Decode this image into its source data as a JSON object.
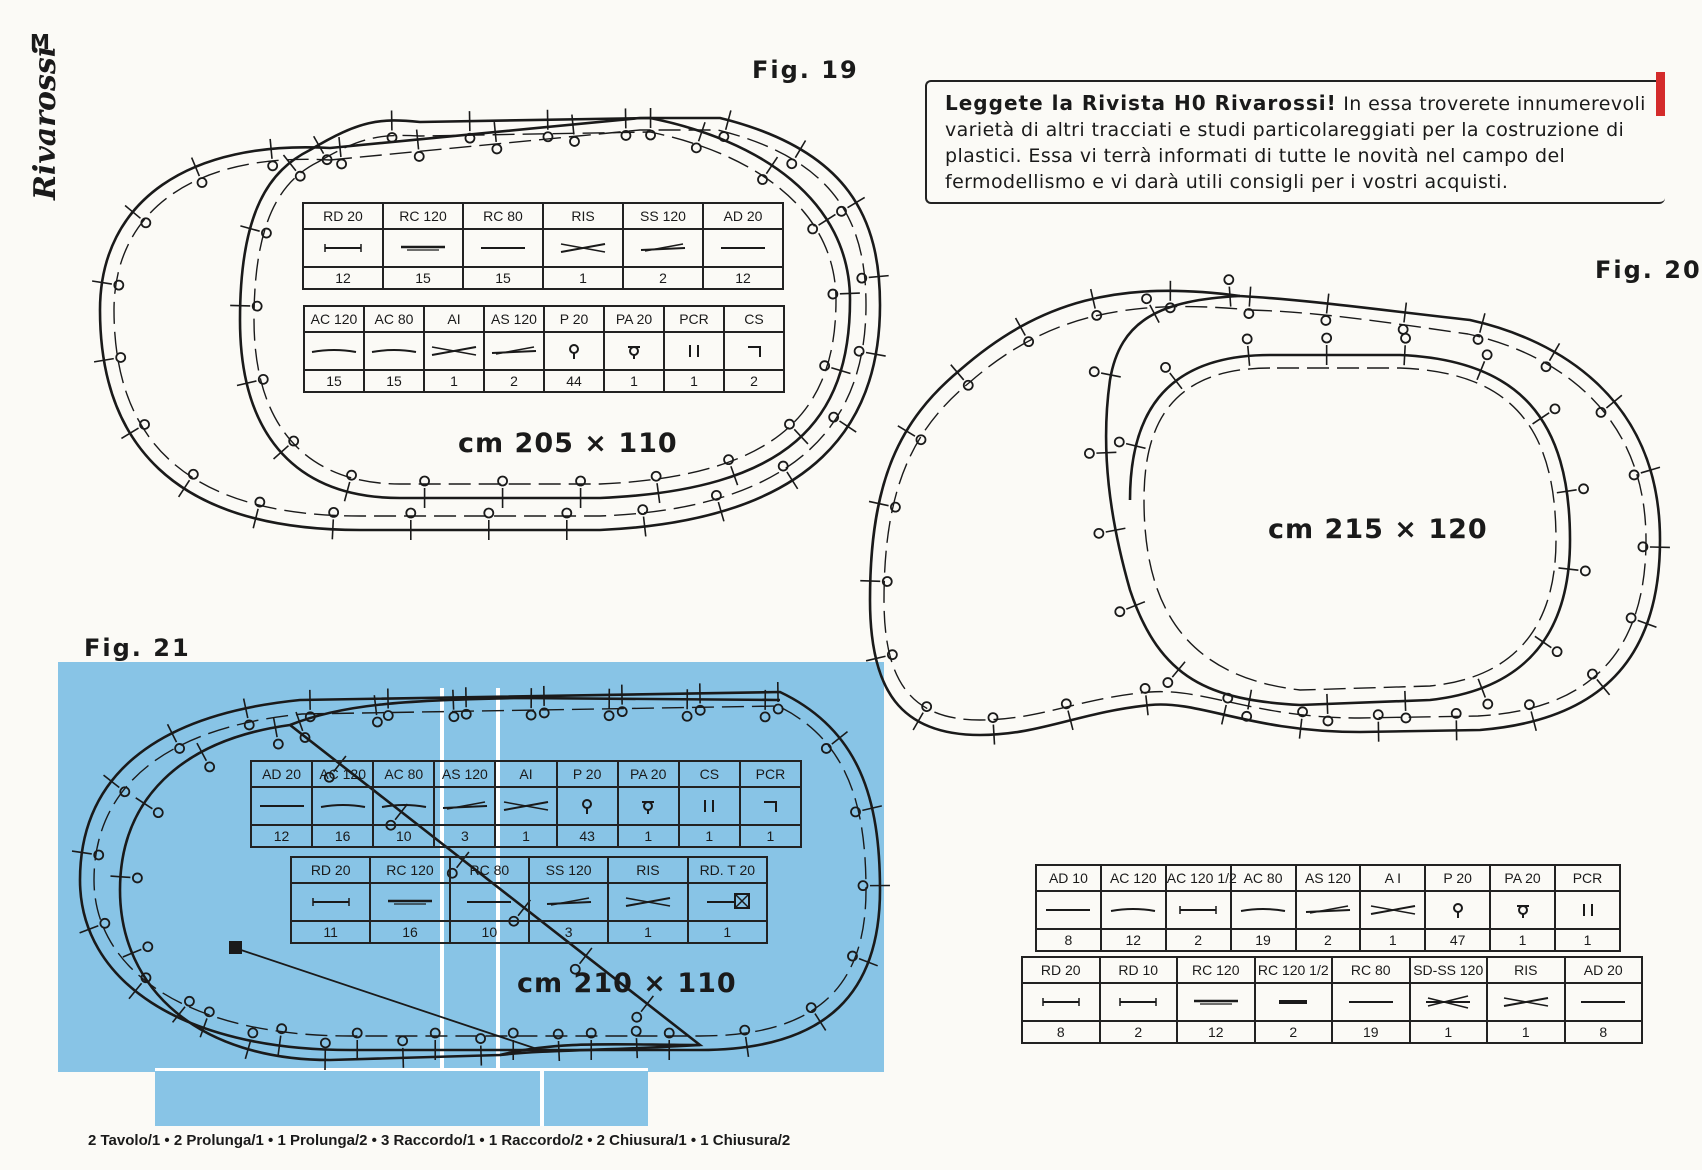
{
  "page_letter": "M",
  "brand": "Rivarossi",
  "info_box": {
    "bold": "Leggete la Rivista H0 Rivarossi!",
    "text": " In essa troverete innumerevoli varietà di altri tracciati e studi particolareggiati per la costruzione di plastici. Essa vi terrà informati di tutte le novità nel campo del fermodellismo e vi darà utili consigli per i vostri acquisti."
  },
  "fig19": {
    "title": "Fig. 19",
    "dims": "cm 205 × 110",
    "table1": {
      "headers": [
        "RD 20",
        "RC 120",
        "RC 80",
        "RIS",
        "SS 120",
        "AD 20"
      ],
      "symbols": [
        "straight-short",
        "straight-long",
        "straight",
        "crossover",
        "switch",
        "straight"
      ],
      "qty": [
        "12",
        "15",
        "15",
        "1",
        "2",
        "12"
      ]
    },
    "table2": {
      "headers": [
        "AC 120",
        "AC 80",
        "AI",
        "AS 120",
        "P 20",
        "PA 20",
        "PCR",
        "CS"
      ],
      "symbols": [
        "curve",
        "curve",
        "crossover",
        "switch",
        "pole",
        "pole-arm",
        "double-bar",
        "end"
      ],
      "qty": [
        "15",
        "15",
        "1",
        "2",
        "44",
        "1",
        "1",
        "2"
      ]
    }
  },
  "fig20": {
    "title": "Fig. 20",
    "dims": "cm 215 × 120",
    "table1": {
      "headers": [
        "AD 10",
        "AC 120",
        "AC 120 1/2",
        "AC 80",
        "AS 120",
        "A I",
        "P 20",
        "PA 20",
        "PCR"
      ],
      "symbols": [
        "straight",
        "curve",
        "straight-short",
        "curve",
        "switch",
        "crossover",
        "pole",
        "pole-arm",
        "double-bar"
      ],
      "qty": [
        "8",
        "12",
        "2",
        "19",
        "2",
        "1",
        "47",
        "1",
        "1"
      ]
    },
    "table2": {
      "headers": [
        "RD 20",
        "RD 10",
        "RC 120",
        "RC 120 1/2",
        "RC 80",
        "SD-SS 120",
        "RIS",
        "AD 20"
      ],
      "symbols": [
        "straight-short",
        "straight-short",
        "straight-long",
        "straight-bold",
        "straight",
        "double-switch",
        "crossover",
        "straight"
      ],
      "qty": [
        "8",
        "2",
        "12",
        "2",
        "19",
        "1",
        "1",
        "8"
      ]
    }
  },
  "fig21": {
    "title": "Fig. 21",
    "dims": "cm 210 × 110",
    "table1": {
      "headers": [
        "AD 20",
        "AC 120",
        "AC 80",
        "AS 120",
        "AI",
        "P 20",
        "PA 20",
        "CS",
        "PCR"
      ],
      "symbols": [
        "straight",
        "curve",
        "curve",
        "switch",
        "crossover",
        "pole",
        "pole-arm",
        "double-bar",
        "end"
      ],
      "qty": [
        "12",
        "16",
        "10",
        "3",
        "1",
        "43",
        "1",
        "1",
        "1"
      ]
    },
    "table2": {
      "headers": [
        "RD 20",
        "RC 120",
        "RC 80",
        "SS 120",
        "RIS",
        "RD. T 20"
      ],
      "symbols": [
        "straight-short",
        "straight-long",
        "straight",
        "switch",
        "crossover",
        "buffer"
      ],
      "qty": [
        "11",
        "16",
        "10",
        "3",
        "1",
        "1"
      ]
    }
  },
  "footer": "2  Tavolo/1  •  2  Prolunga/1  •  1  Prolunga/2  •  3  Raccordo/1  •  1  Raccordo/2  •  2  Chiusura/1  •  1  Chiusura/2",
  "colors": {
    "table_blue": "#88c4e6",
    "ink": "#1a1a1a",
    "accent_red": "#d42b2b"
  }
}
